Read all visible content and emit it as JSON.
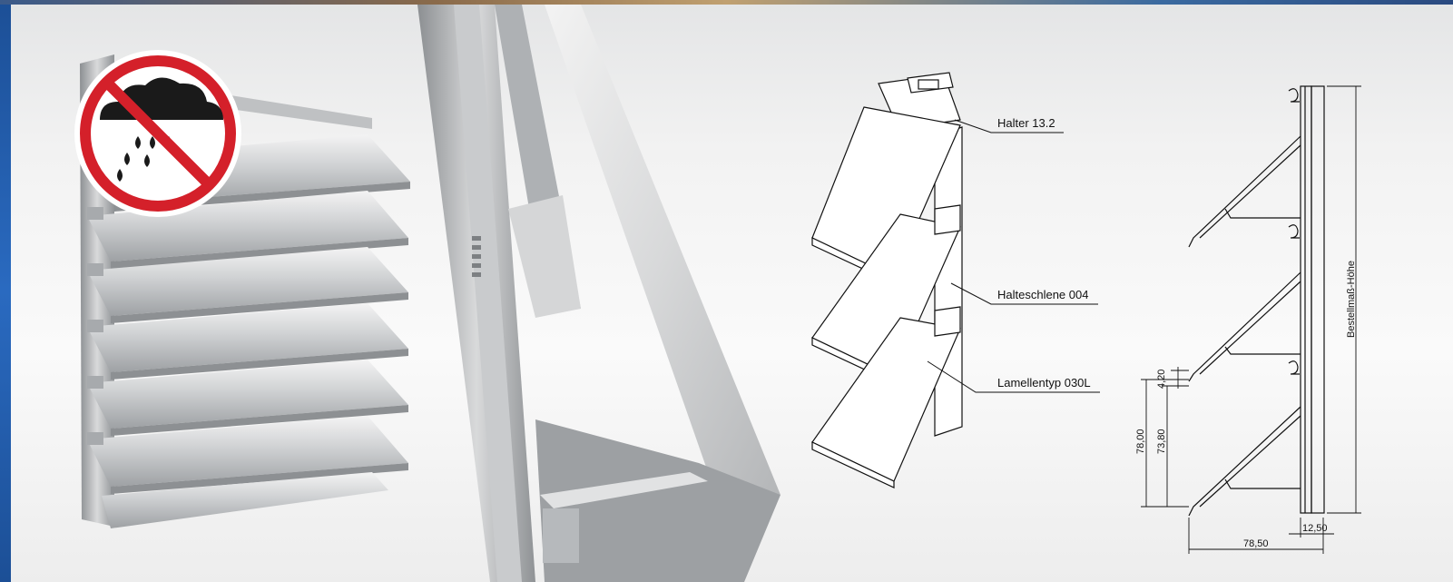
{
  "labels": {
    "halter": "Halter 13.2",
    "halteschiene": "Halteschlene 004",
    "lamellentyp": "Lamellentyp 030L"
  },
  "dimensions": {
    "height_label": "Bestellmaß-Höhe",
    "d1": "4,20",
    "d2": "78,00",
    "d3": "73,80",
    "d4": "12,50",
    "d5": "78,50"
  },
  "icon": "no-rain-icon",
  "colors": {
    "sign_red": "#d4202a",
    "cloud": "#1a1a1a",
    "background_blue": "#2a6ac0"
  }
}
